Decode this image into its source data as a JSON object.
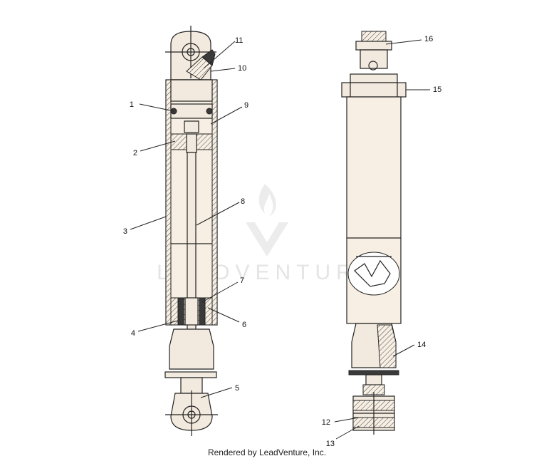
{
  "watermark": {
    "brand": "LEADVENTURE"
  },
  "callouts": [
    {
      "id": "1",
      "label": "1"
    },
    {
      "id": "2",
      "label": "2"
    },
    {
      "id": "3",
      "label": "3"
    },
    {
      "id": "4",
      "label": "4"
    },
    {
      "id": "5",
      "label": "5"
    },
    {
      "id": "6",
      "label": "6"
    },
    {
      "id": "7",
      "label": "7"
    },
    {
      "id": "8",
      "label": "8"
    },
    {
      "id": "9",
      "label": "9"
    },
    {
      "id": "10",
      "label": "10"
    },
    {
      "id": "11",
      "label": "11"
    },
    {
      "id": "12",
      "label": "12"
    },
    {
      "id": "13",
      "label": "13"
    },
    {
      "id": "14",
      "label": "14"
    },
    {
      "id": "15",
      "label": "15"
    },
    {
      "id": "16",
      "label": "16"
    }
  ],
  "footer": {
    "text": "Rendered by LeadVenture, Inc."
  },
  "colors": {
    "body": "#f7efe3",
    "ink": "#222222",
    "watermark": "#e4e4e4"
  }
}
